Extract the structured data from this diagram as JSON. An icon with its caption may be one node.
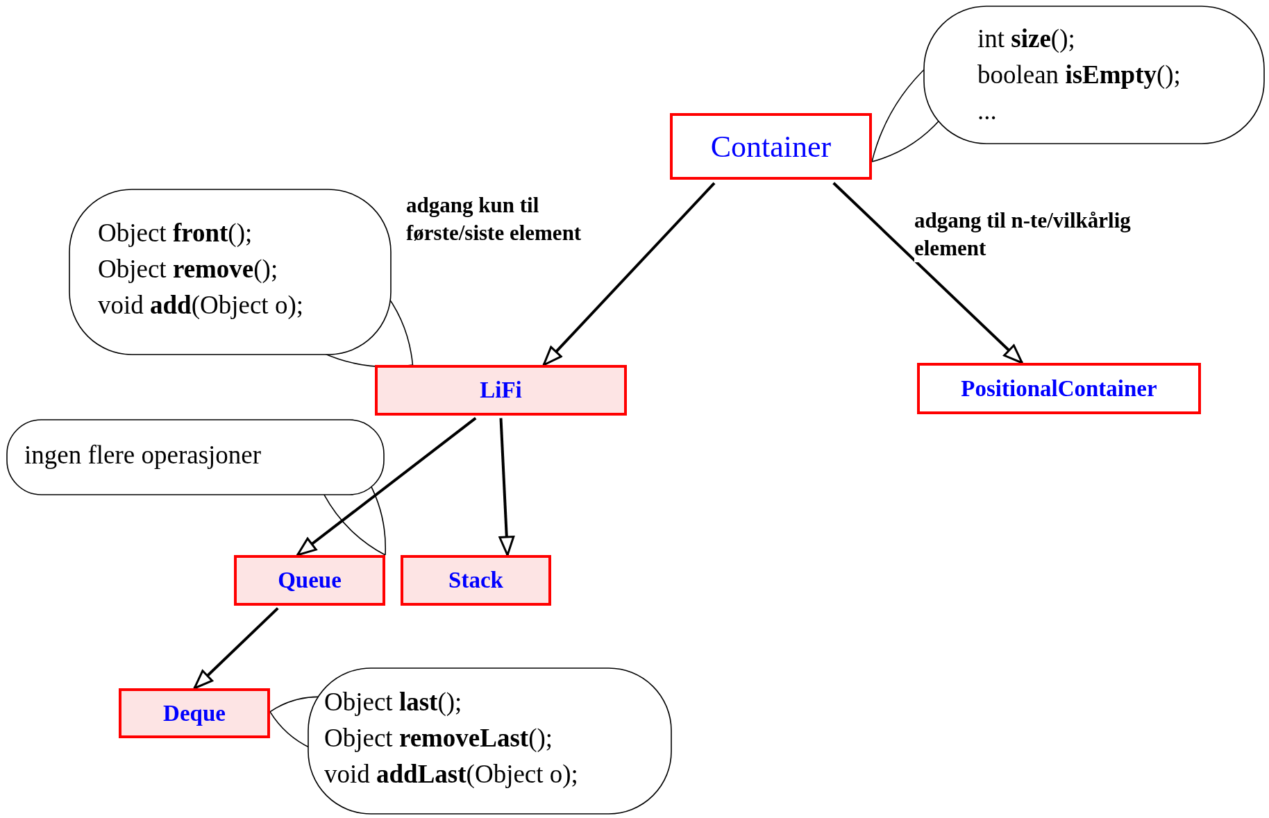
{
  "diagram": {
    "nodes": [
      {
        "text": [
          "int **size**();",
          "boolean **isEmpty**();",
          "..."
        ]
      },
      {
        "text": [
          "Container"
        ]
      },
      {
        "text": [
          "Object **front**();",
          "Object **remove**();",
          "void **add**(Object o);"
        ]
      },
      {
        "text": [
          "LiFi"
        ]
      },
      {
        "text": [
          "PositionalContainer"
        ]
      },
      {
        "text": [
          "ingen flere operasjoner"
        ]
      },
      {
        "text": [
          "Queue"
        ]
      },
      {
        "text": [
          "Stack"
        ]
      },
      {
        "text": [
          "Deque"
        ]
      },
      {
        "text": [
          "Object **last**();",
          "Object **removeLast**();",
          "void **addLast**(Object o);"
        ]
      }
    ],
    "edges": [
      {
        "from": 1,
        "to": 3,
        "arrow": "to",
        "label": "adgang kun til første/siste element"
      },
      {
        "from": 1,
        "to": 4,
        "arrow": "to",
        "label": "adgang til n-te/vilkårlig element"
      },
      {
        "from": 3,
        "to": 6,
        "arrow": "to"
      },
      {
        "from": 3,
        "to": 7,
        "arrow": "to"
      },
      {
        "from": 6,
        "to": 8,
        "arrow": "to"
      },
      {
        "from": 0,
        "to": 1,
        "arrow": "none"
      },
      {
        "from": 2,
        "to": 3,
        "arrow": "none"
      },
      {
        "from": 5,
        "to": 6,
        "arrow": "none"
      },
      {
        "from": 9,
        "to": 8,
        "arrow": "none"
      }
    ]
  }
}
